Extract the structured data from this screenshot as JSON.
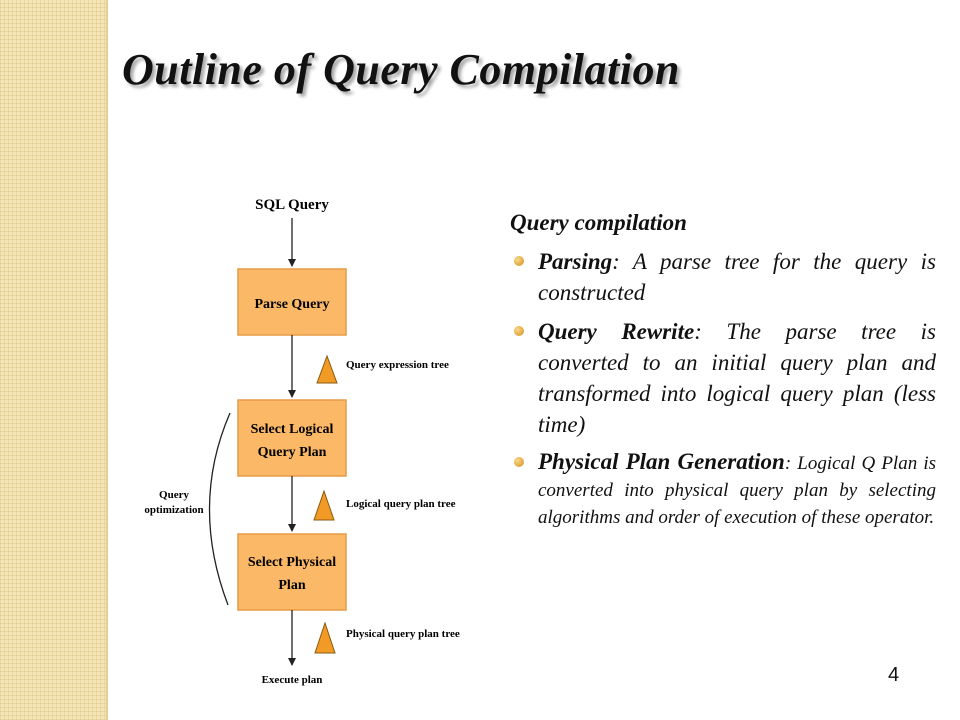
{
  "slide": {
    "title": "Outline of Query Compilation",
    "page_number": "4"
  },
  "diagram": {
    "input_label": "SQL Query",
    "steps": [
      "Parse Query",
      "Select Logical Query Plan",
      "Select Physical Plan"
    ],
    "step_lines": [
      [
        "Parse Query"
      ],
      [
        "Select Logical",
        "Query Plan"
      ],
      [
        "Select Physical",
        "Plan"
      ]
    ],
    "outputs": [
      "Query expression tree",
      "Logical query plan tree",
      "Physical query plan tree"
    ],
    "group_label_lines": [
      "Query",
      "optimization"
    ],
    "final_label": "Execute plan",
    "colors": {
      "box_fill": "#fbb867",
      "box_stroke": "#e79a46",
      "triangle_fill": "#f29a26",
      "triangle_stroke": "#8a5a12",
      "arrow": "#222222"
    }
  },
  "text": {
    "heading": "Query compilation",
    "bullets": [
      {
        "term": "Parsing",
        "body": ": A parse tree for the query is constructed"
      },
      {
        "term": "Query Rewrite",
        "body": ": The parse tree is converted to an initial query plan  and transformed into logical query plan (less time)"
      },
      {
        "term": "Physical Plan Generation",
        "body_lead": ":",
        "body": " Logical Q Plan is converted into physical query plan by selecting algorithms and order of execution of these operator."
      }
    ]
  }
}
